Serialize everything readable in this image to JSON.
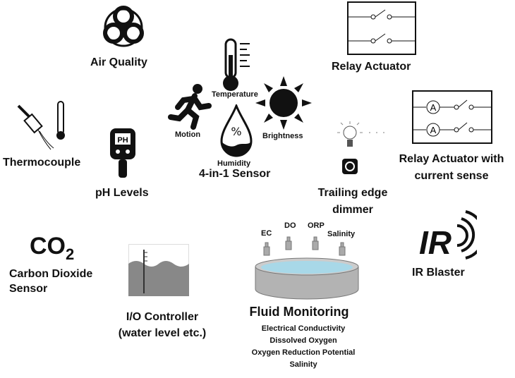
{
  "labels": {
    "air_quality": "Air Quality",
    "relay_actuator": "Relay Actuator",
    "thermocouple": "Thermocouple",
    "ph_levels": "pH Levels",
    "temperature": "Temperature",
    "motion": "Motion",
    "humidity": "Humidity",
    "brightness": "Brightness",
    "four_in_one": "4-in-1 Sensor",
    "dimmer_1": "Trailing edge",
    "dimmer_2": "dimmer",
    "relay_current_1": "Relay Actuator with",
    "relay_current_2": "current sense",
    "co2": "CO",
    "co2_sub": "2",
    "co2_label_1": "Carbon Dioxide",
    "co2_label_2": "Sensor",
    "io_1": "I/O Controller",
    "io_2": "(water level etc.)",
    "ir_blaster": "IR Blaster",
    "ir_logo": "IR"
  },
  "fluid": {
    "probes": [
      "EC",
      "DO",
      "ORP",
      "Salinity"
    ],
    "title": "Fluid Monitoring",
    "items": [
      "Electrical Conductivity",
      "Dissolved Oxygen",
      "Oxygen Reduction Potential",
      "Salinity"
    ]
  },
  "ph_icon_text": "PH",
  "relay_ammeter": "A"
}
